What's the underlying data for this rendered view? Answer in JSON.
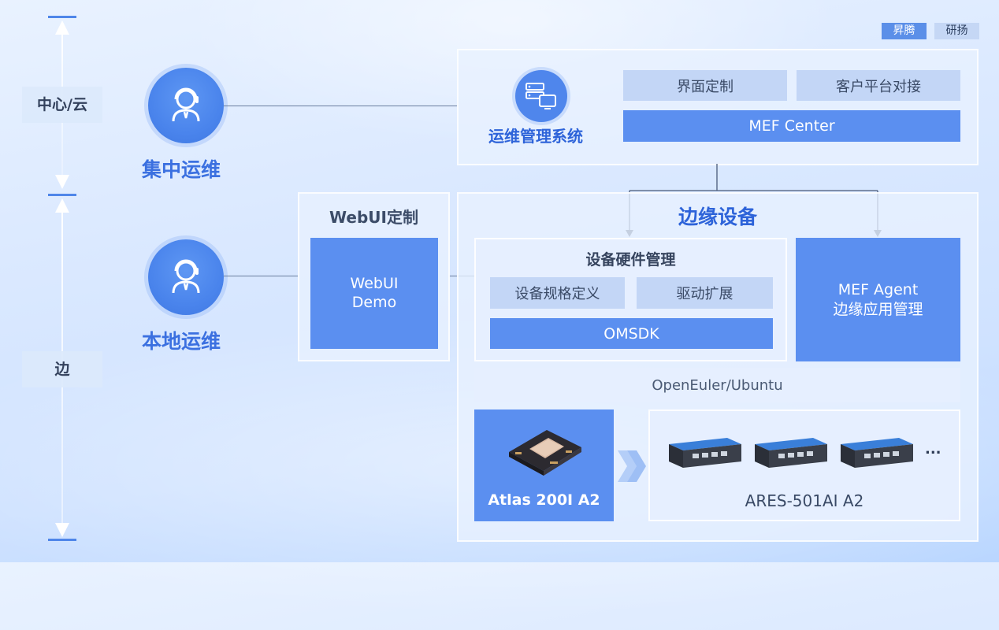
{
  "tags": [
    "昇腾",
    "研扬"
  ],
  "axis": {
    "cloud_label": "中心/云",
    "edge_label": "边"
  },
  "roles": {
    "central": "集中运维",
    "local": "本地运维"
  },
  "ops_system": {
    "label": "运维管理系统",
    "ui_custom": "界面定制",
    "platform_dock": "客户平台对接",
    "center": "MEF Center"
  },
  "webui": {
    "title": "WebUI定制",
    "demo_line1": "WebUI",
    "demo_line2": "Demo"
  },
  "edge_device": {
    "title": "边缘设备",
    "hw_mgmt": {
      "title": "设备硬件管理",
      "spec": "设备规格定义",
      "driver": "驱动扩展",
      "sdk": "OMSDK"
    },
    "agent_line1": "MEF Agent",
    "agent_line2": "边缘应用管理",
    "os": "OpenEuler/Ubuntu",
    "module": "Atlas 200I  A2",
    "device": "ARES-501AI A2",
    "ellipsis": "..."
  },
  "colors": {
    "accent": "#5b8ff0",
    "title_blue": "#2d63d9",
    "light_box": "#c3d6f6"
  },
  "icons": {
    "role": "customer-service-agent-icon",
    "ops": "server-monitor-icon",
    "module": "chip-board-icon",
    "device": "edge-box-icon",
    "flow": "double-chevron-right-icon"
  }
}
